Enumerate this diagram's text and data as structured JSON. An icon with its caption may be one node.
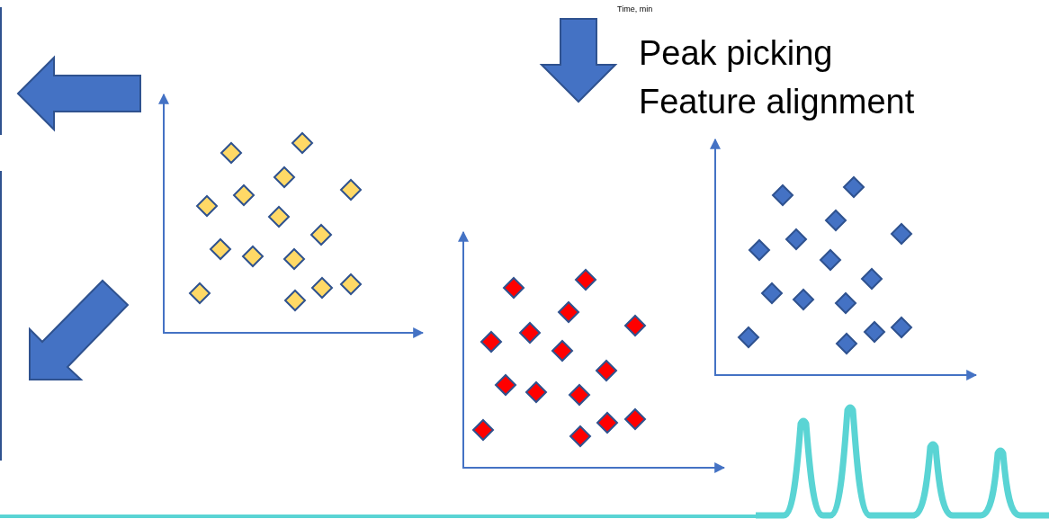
{
  "diagram": {
    "labels": [
      "Time, min",
      "Peak picking",
      "Feature alignment"
    ]
  }
}
